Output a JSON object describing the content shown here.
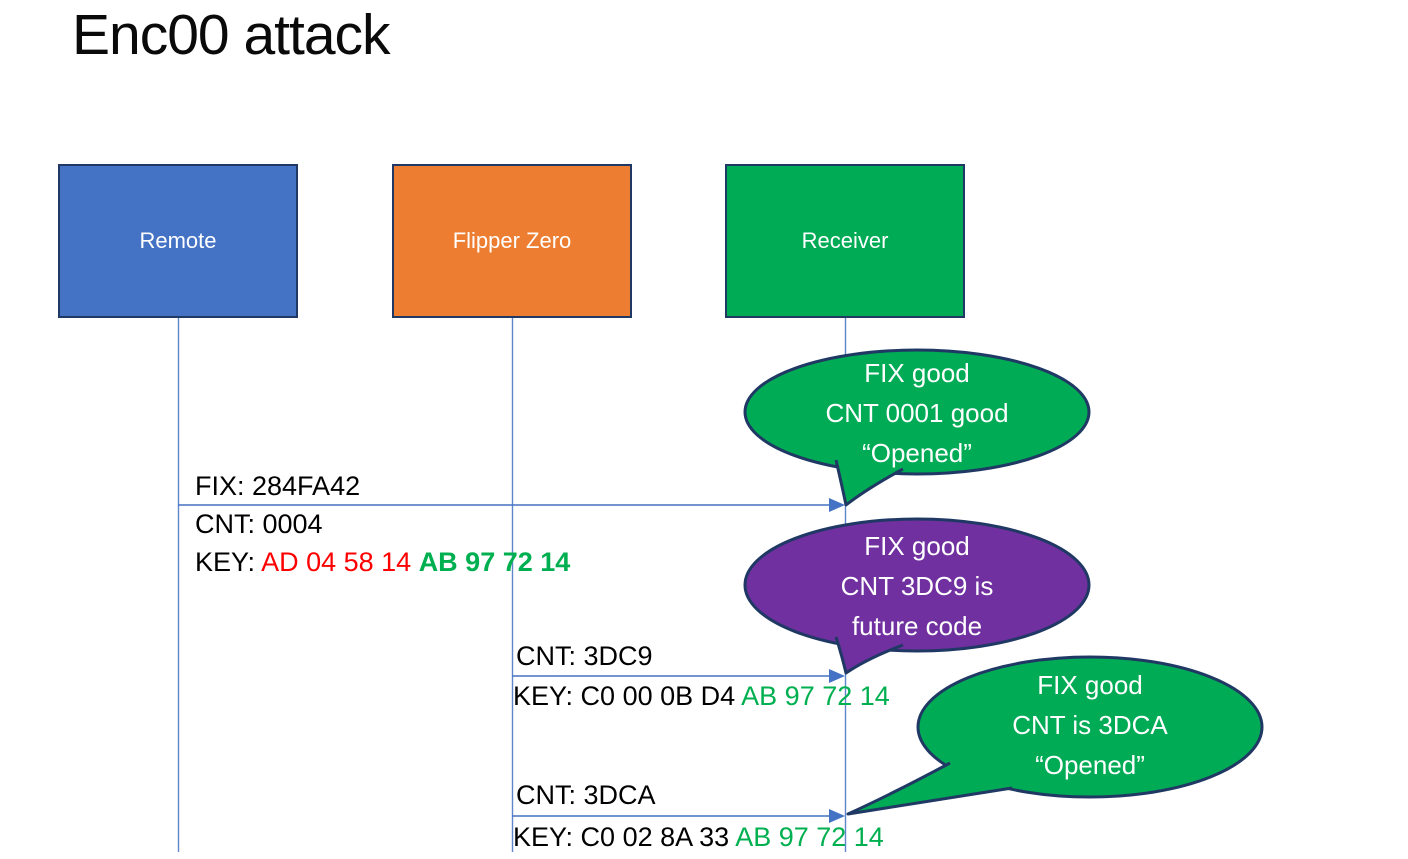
{
  "title": "Enc00 attack",
  "actors": [
    {
      "label": "Remote"
    },
    {
      "label": "Flipper Zero"
    },
    {
      "label": "Receiver"
    }
  ],
  "messages": [
    {
      "fix": "FIX: 284FA42",
      "cnt": "CNT: 0004",
      "key_prefix": "KEY: ",
      "key_red": "AD 04 58 14 ",
      "key_green": "AB 97 72 14"
    },
    {
      "cnt": "CNT: 3DC9",
      "key_prefix": "KEY: ",
      "key_black": "C0 00 0B D4 ",
      "key_green": "AB 97 72 14"
    },
    {
      "cnt": "CNT: 3DCA",
      "key_prefix": "KEY: ",
      "key_black": "C0 02 8A 33 ",
      "key_green": "AB 97 72 14"
    }
  ],
  "callouts": [
    {
      "line1": "FIX good",
      "line2": "CNT 0001 good",
      "line3": "“Opened”"
    },
    {
      "line1": "FIX good",
      "line2": "CNT 3DC9 is",
      "line3": "future code"
    },
    {
      "line1": "FIX good",
      "line2": "CNT is 3DCA",
      "line3": "“Opened”"
    }
  ],
  "colors": {
    "remote_fill": "#4472C4",
    "flipper_fill": "#ED7D31",
    "receiver_fill": "#00AB55",
    "callout_green": "#00AB55",
    "callout_purple": "#7030A0",
    "outline_navy": "#1F3864",
    "connector_blue": "#4472C4",
    "key_red": "#FF0000",
    "key_green": "#00B050",
    "title_black": "#0A0A0A",
    "box_text_white": "#FFFFFF"
  }
}
